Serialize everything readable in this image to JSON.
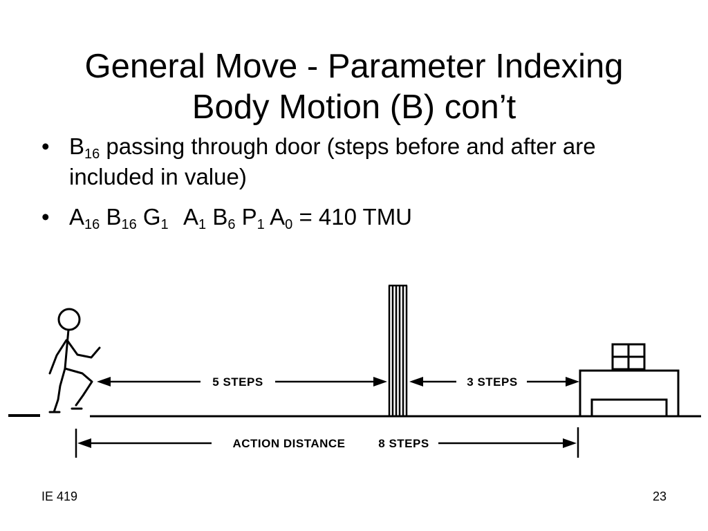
{
  "title": {
    "line1": "General Move - Parameter Indexing",
    "line2": "Body Motion (B) con’t"
  },
  "bullets": {
    "b1": {
      "letter": "B",
      "sub": "16",
      "text": " passing through door (steps before and after are included in value)"
    },
    "b2": {
      "items": [
        {
          "letter": "A",
          "sub": "16"
        },
        {
          "letter": "B",
          "sub": "16"
        },
        {
          "letter": "G",
          "sub": "1"
        },
        {
          "letter": "A",
          "sub": "1"
        },
        {
          "letter": "B",
          "sub": "6"
        },
        {
          "letter": "P",
          "sub": "1"
        },
        {
          "letter": "A",
          "sub": "0"
        }
      ],
      "result": "= 410 TMU"
    }
  },
  "diagram": {
    "label_left": "5 STEPS",
    "label_right": "3 STEPS",
    "label_bottom_a": "ACTION DISTANCE",
    "label_bottom_b": "8 STEPS"
  },
  "footer": {
    "course": "IE 419",
    "page": "23"
  }
}
